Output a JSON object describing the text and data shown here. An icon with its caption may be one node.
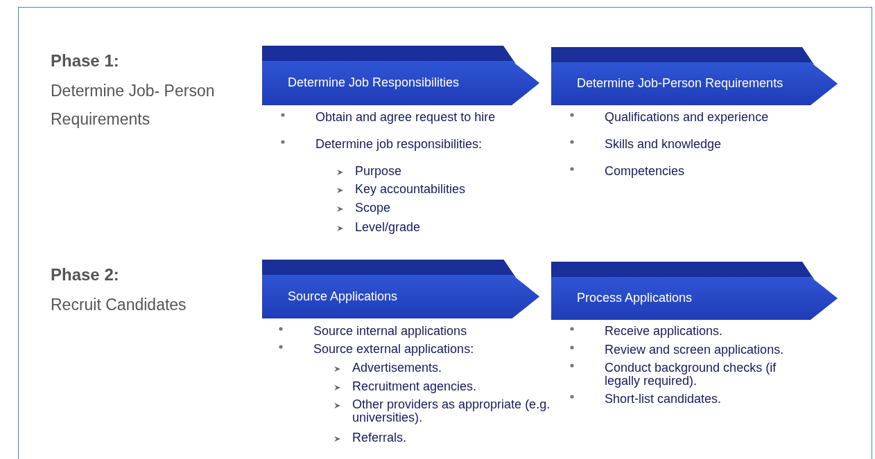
{
  "diagram": {
    "nodes": [
      {
        "text": [
          "Determine Job Responsibilities"
        ]
      },
      {
        "text": [
          "Determine Job-Person Requirements"
        ]
      },
      {
        "text": [
          "Source Applications"
        ]
      },
      {
        "text": [
          "Process Applications"
        ]
      }
    ],
    "labels": [
      "Phase 1:",
      "Determine Job- Person Requirements",
      "Obtain and agree request to hire",
      "Determine job responsibilities:",
      "Purpose",
      "Key accountabilities",
      "Scope",
      "Level/grade",
      "Qualifications and experience",
      "Skills and knowledge",
      "Competencies",
      "Phase 2:",
      "Recruit Candidates",
      "Source internal applications",
      "Source external applications:",
      "Advertisements.",
      "Recruitment agencies.",
      "Other providers as appropriate (e.g. universities).",
      "Referrals.",
      "Receive applications.",
      "Review and screen applications.",
      "Conduct background checks (if legally required).",
      "Short-list candidates."
    ]
  }
}
